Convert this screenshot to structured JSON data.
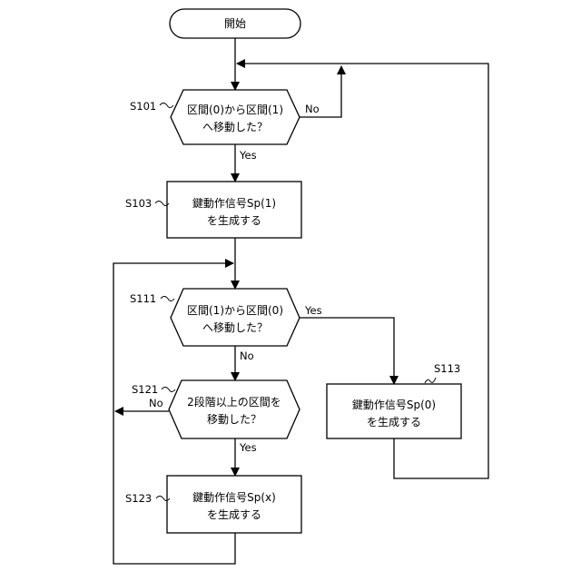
{
  "nodes": {
    "start": {
      "label": "開始"
    },
    "s101": {
      "step": "S101",
      "line1": "区間(0)から区間(1)",
      "line2": "へ移動した？"
    },
    "s103": {
      "step": "S103",
      "line1": "鍵動作信号Sp(1)",
      "line2": "を生成する"
    },
    "s111": {
      "step": "S111",
      "line1": "区間(1)から区間(0)",
      "line2": "へ移動した？"
    },
    "s113": {
      "step": "S113",
      "line1": "鍵動作信号Sp(0)",
      "line2": "を生成する"
    },
    "s121": {
      "step": "S121",
      "line1": "2段階以上の区間を",
      "line2": "移動した？"
    },
    "s123": {
      "step": "S123",
      "line1": "鍵動作信号Sp(x)",
      "line2": "を生成する"
    }
  },
  "branches": {
    "s101_no": "No",
    "s101_yes": "Yes",
    "s111_yes": "Yes",
    "s111_no": "No",
    "s121_no": "No",
    "s121_yes": "Yes"
  }
}
